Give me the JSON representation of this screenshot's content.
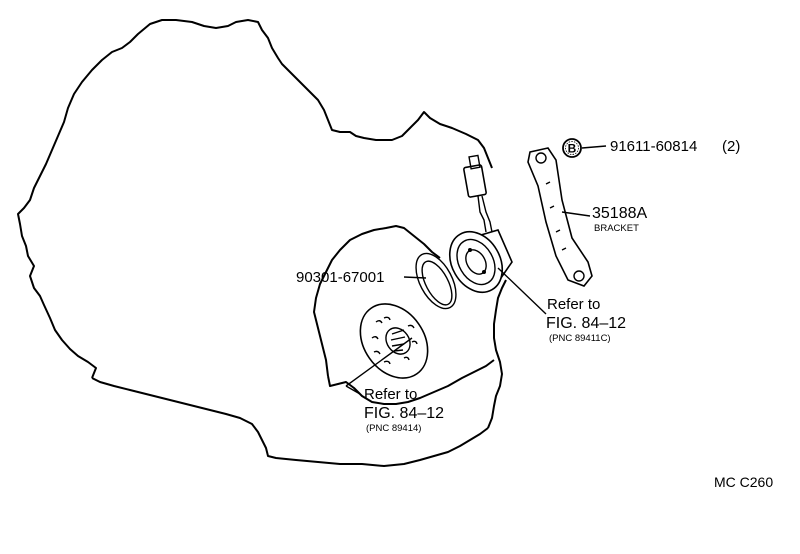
{
  "callouts": {
    "bolt_symbol": "B",
    "bolt_part": "91611-60814",
    "bolt_qty": "(2)",
    "bracket_part": "35188A",
    "bracket_name": "BRACKET",
    "gasket_part": "90301-67001",
    "ref_upper_line1": "Refer to",
    "ref_upper_line2": "FIG. 84–12",
    "ref_upper_pnc": "(PNC 89411C)",
    "ref_lower_line1": "Refer to",
    "ref_lower_line2": "FIG. 84–12",
    "ref_lower_pnc": "(PNC 89414)"
  },
  "figure_code": "MC C260"
}
